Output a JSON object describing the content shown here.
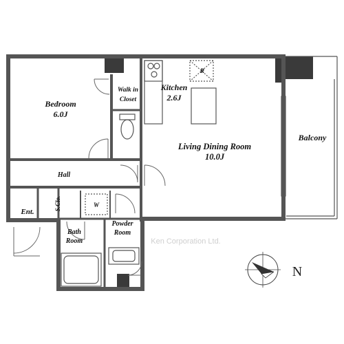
{
  "rooms": {
    "bedroom": {
      "name": "Bedroom",
      "size": "6.0J"
    },
    "walk_in_closet": {
      "line1": "Walk in",
      "line2": "Closet"
    },
    "kitchen": {
      "name": "Kitchen",
      "size": "2.6J"
    },
    "living": {
      "name": "Living Dining Room",
      "size": "10.0J"
    },
    "balcony": {
      "name": "Balcony"
    },
    "hall": {
      "name": "Hall"
    },
    "entrance": {
      "name": "Ent."
    },
    "shoe_closet": {
      "name": "S.Clo."
    },
    "washer": {
      "name": "W"
    },
    "refrigerator": {
      "name": "R"
    },
    "bath": {
      "line1": "Bath",
      "line2": "Room"
    },
    "powder": {
      "line1": "Powder",
      "line2": "Room"
    }
  },
  "watermark": "Ken Corporation Ltd.",
  "compass": {
    "label": "N"
  },
  "colors": {
    "wall": "#555555",
    "pillar": "#3a3a3a",
    "line": "#666666"
  }
}
